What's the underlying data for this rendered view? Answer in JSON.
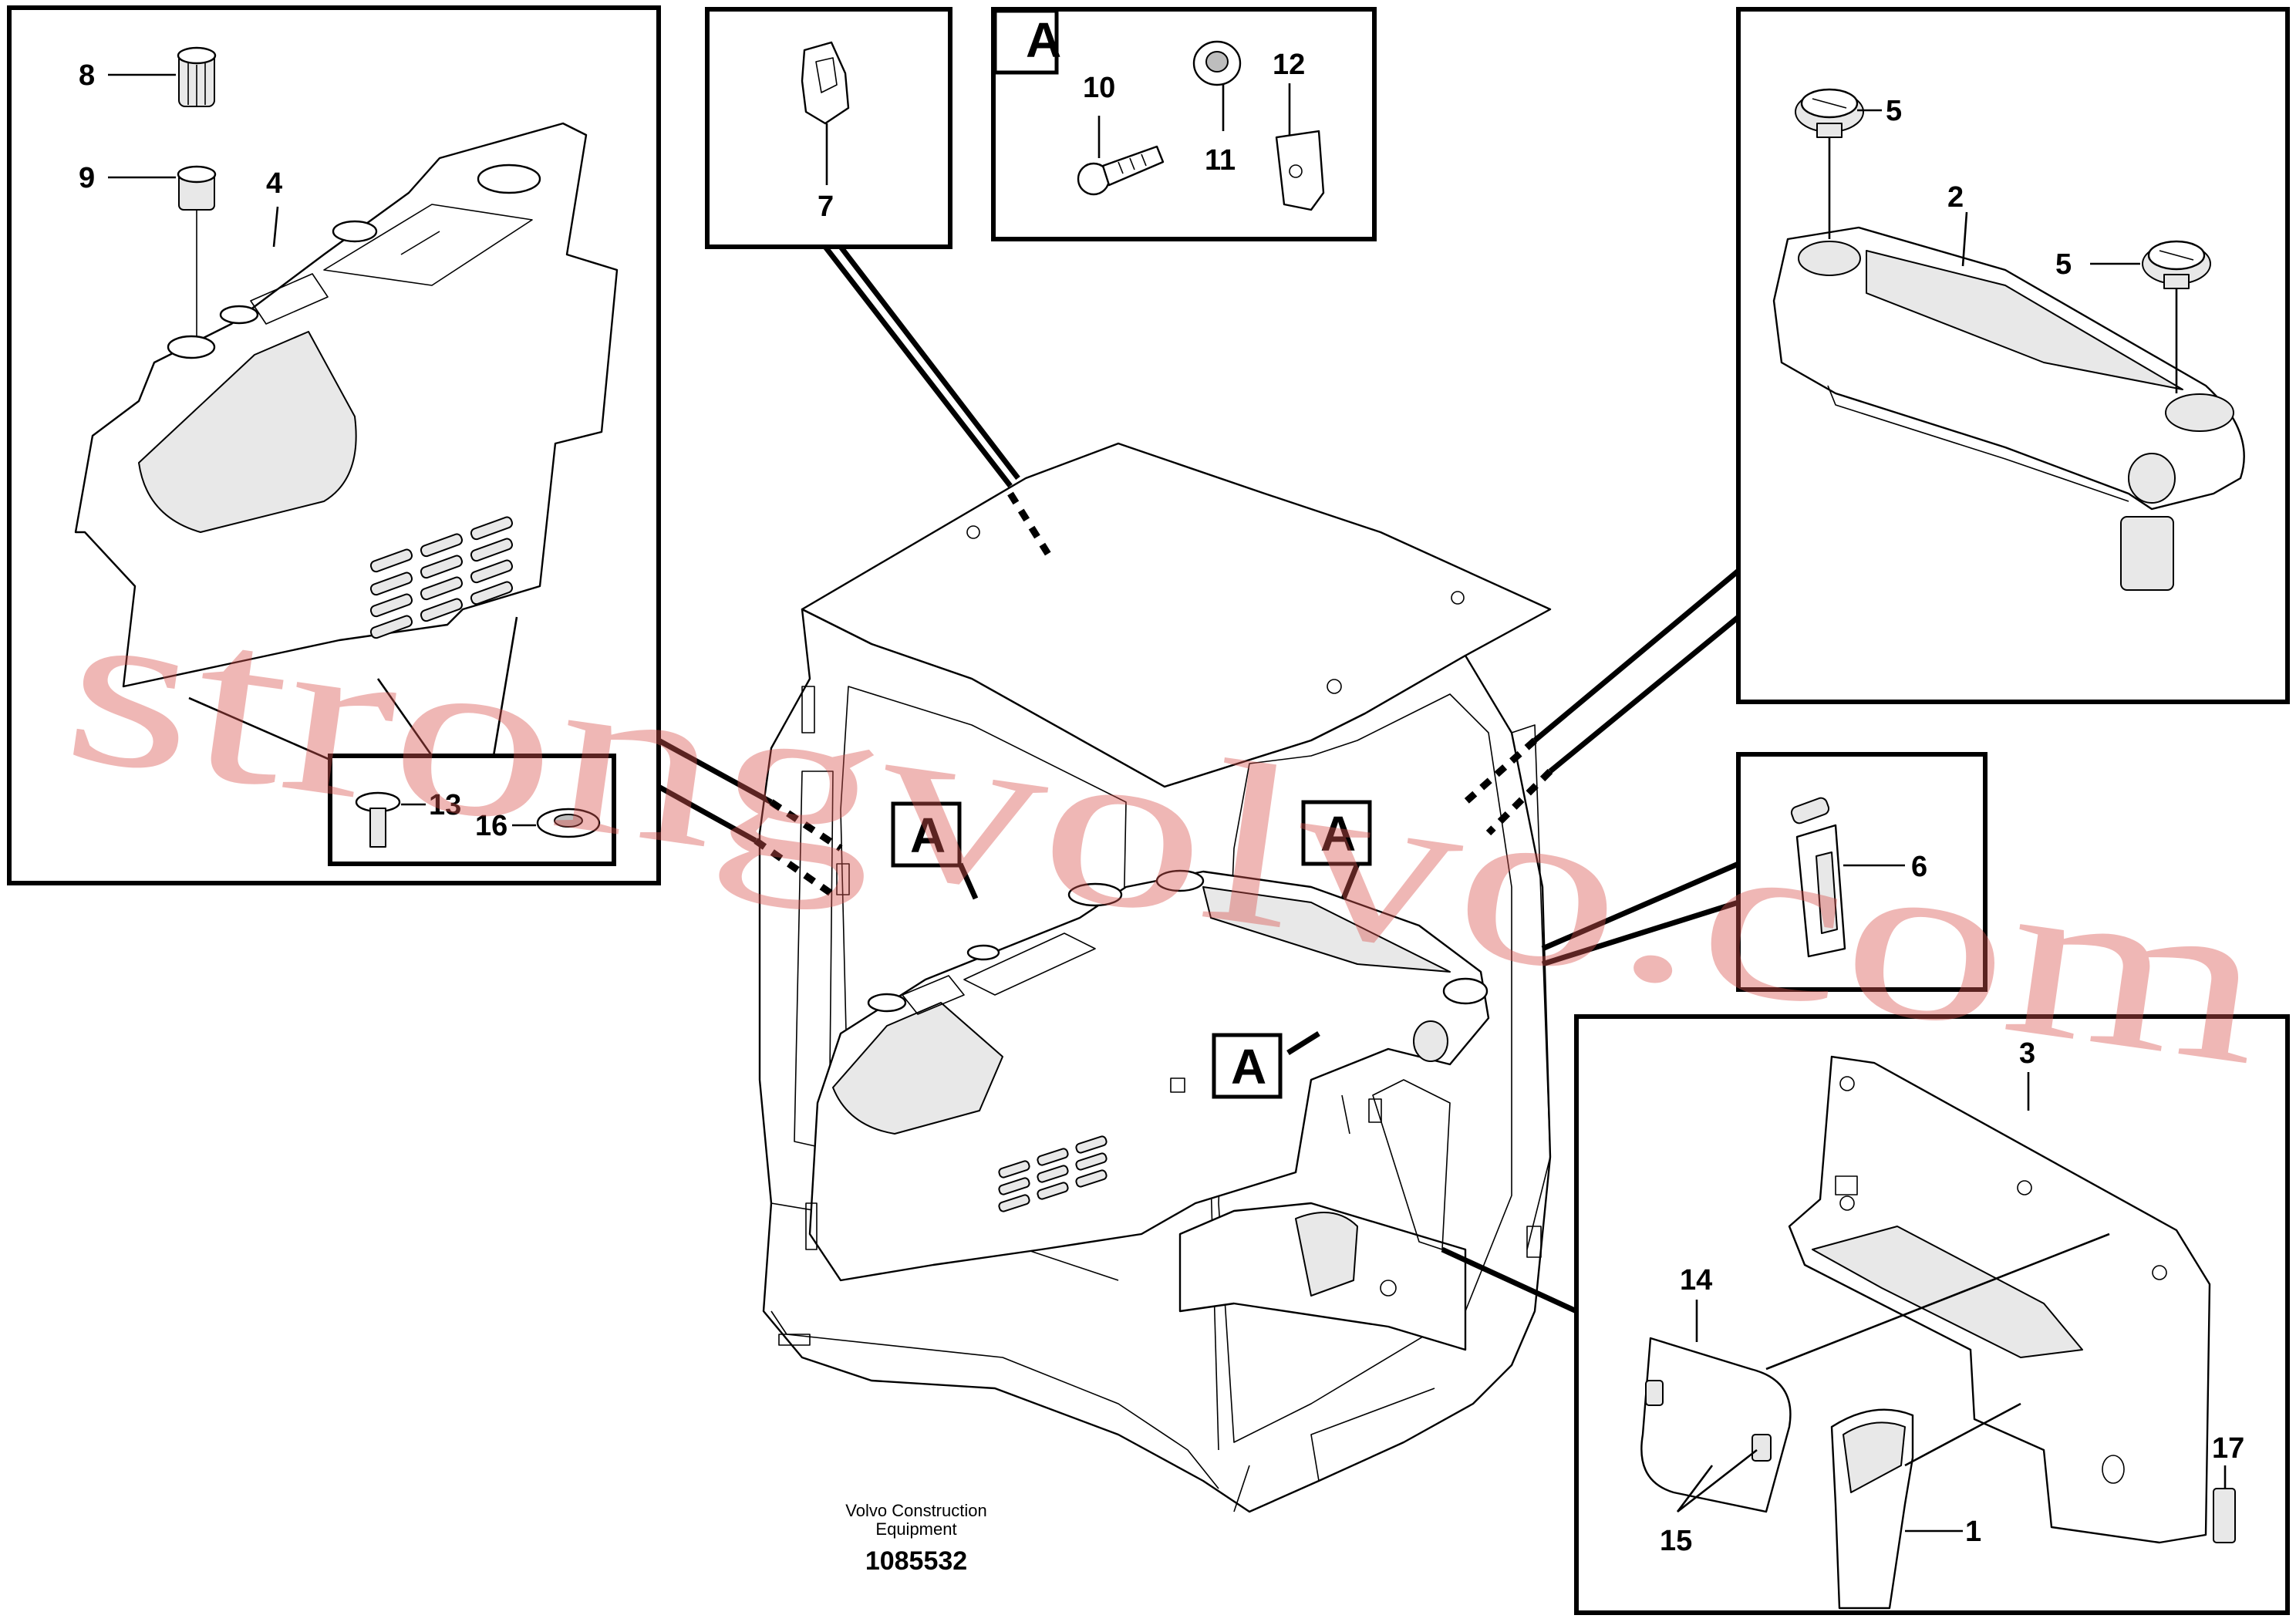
{
  "diagram": {
    "part_numbers": [
      "1",
      "2",
      "3",
      "4",
      "5",
      "5",
      "6",
      "7",
      "8",
      "9",
      "10",
      "11",
      "12",
      "13",
      "14",
      "15",
      "16",
      "17"
    ],
    "view_label": "A",
    "watermark": "strongvolvo.com",
    "caption_line1": "Volvo Construction",
    "caption_line2": "Equipment",
    "reference": "1085532"
  }
}
